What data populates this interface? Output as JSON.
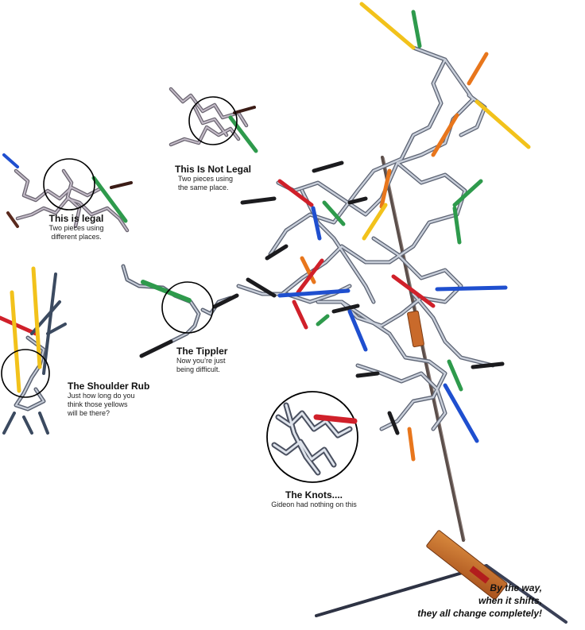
{
  "captions": {
    "legal": {
      "title": "This is legal",
      "sub": "Two pieces using\ndifferent places."
    },
    "not_legal": {
      "title": "This Is Not Legal",
      "sub": "Two pieces using\nthe same place."
    },
    "shoulder_rub": {
      "title": "The Shoulder Rub",
      "sub": "Just how long do you\nthink those yellows\nwill be there?"
    },
    "tippler": {
      "title": "The Tippler",
      "sub": "Now you’re just\nbeing difficult."
    },
    "knots": {
      "title": "The Knots....",
      "sub": "Gideon had nothing on this"
    },
    "final": {
      "line1": "By the way,",
      "line2": "when it shifts,",
      "line3": "they all change completely!"
    }
  },
  "colors": {
    "wire": "#9ea6b4",
    "yellow": "#f2c21b",
    "orange": "#e8761c",
    "green": "#2e9a4c",
    "red": "#d0202a",
    "blue": "#1f4fcf",
    "black": "#1b1b1e",
    "base_wood": "#c46a2a"
  },
  "icons": [
    "tower-illustration",
    "base-stand",
    "highlight-circle"
  ]
}
